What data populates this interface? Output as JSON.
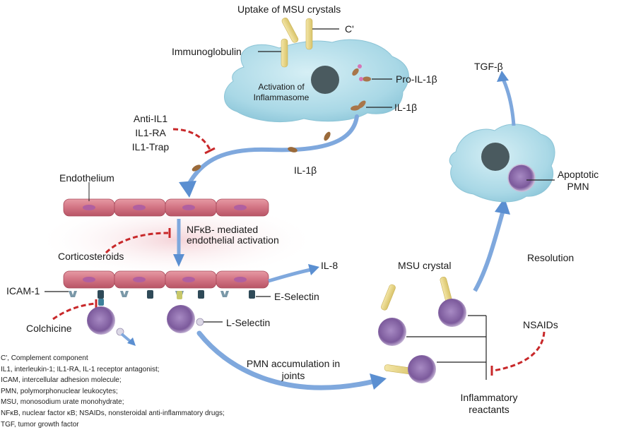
{
  "labels": {
    "uptake": "Uptake of MSU crystals",
    "complement": "C'",
    "immunoglobulin": "Immunoglobulin",
    "inflammasome_line1": "Activation of",
    "inflammasome_line2": "Inflammasome",
    "pro_il1b": "Pro-IL-1β",
    "il1b_cell": "IL-1β",
    "il1b_flow": "IL-1β",
    "anti_il1": "Anti-IL1",
    "il1_ra": "IL1-RA",
    "il1_trap": "IL1-Trap",
    "endothelium": "Endothelium",
    "nfkb_line1": "NFκB- mediated",
    "nfkb_line2": "endothelial activation",
    "corticosteroids": "Corticosteroids",
    "il8": "IL-8",
    "icam1": "ICAM-1",
    "e_selectin": "E-Selectin",
    "l_selectin": "L-Selectin",
    "colchicine": "Colchicine",
    "pmn_accum_line1": "PMN accumulation in",
    "pmn_accum_line2": "joints",
    "msu_crystal": "MSU crystal",
    "resolution": "Resolution",
    "tgf_b": "TGF-β",
    "apoptotic_line1": "Apoptotic",
    "apoptotic_line2": "PMN",
    "nsaids": "NSAIDs",
    "inflammatory_line1": "Inflammatory",
    "inflammatory_line2": "reactants"
  },
  "legend": [
    "C', Complement component",
    "IL1, interleukin-1; IL1-RA, IL-1 receptor antagonist;",
    "ICAM, intercellular adhesion molecule;",
    "PMN, polymorphonuclear leukocytes;",
    "MSU, monosodium urate monohydrate;",
    "NFκB, nuclear factor κB; NSAIDs, nonsteroidal anti-inflammatory drugs;",
    "TGF, tumor growth factor"
  ],
  "colors": {
    "arrow_blue": "#5b8fd1",
    "inhibitor_red": "#c8282a",
    "macrophage": "#a9d8e6",
    "endothelial_cell": "#cf6a7a",
    "crystal": "#ecd98a",
    "pmn": "#8a6aa8",
    "cytokine": "#9a6a3a"
  }
}
